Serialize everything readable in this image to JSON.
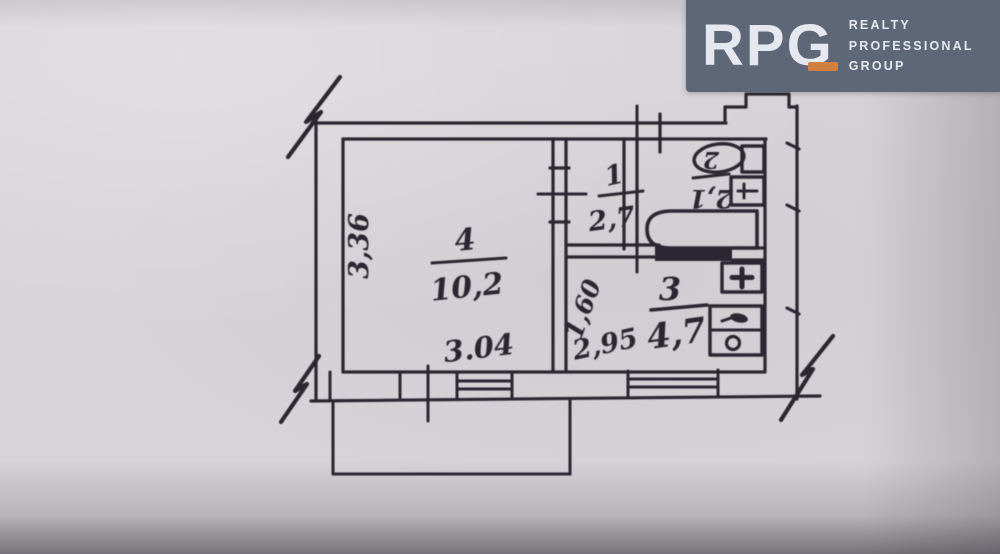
{
  "photo": {
    "paper_color": "#d7d4d9",
    "ink_color": "#2b2830"
  },
  "watermark": {
    "brand": "RPG",
    "tagline_lines": [
      "REALTY",
      "PROFESSIONAL",
      "GROUP"
    ],
    "background_color": "#5e6777",
    "text_color": "#e5e8ee",
    "accent_color": "#d08040"
  },
  "floor_plan": {
    "rooms": [
      {
        "number": "4",
        "area": "10,2"
      },
      {
        "number": "1",
        "area": "2,7"
      },
      {
        "number": "2",
        "area": "2,1"
      },
      {
        "number": "3",
        "area": "4,7"
      }
    ],
    "dimensions": {
      "left_wall": "3,36",
      "room4_bottom": "3.04",
      "kitchen_bottom": "2,95",
      "kitchen_left": "1,60"
    },
    "fixtures": [
      "bathtub",
      "toilet",
      "washbasin",
      "stove",
      "kitchen-sink"
    ]
  }
}
